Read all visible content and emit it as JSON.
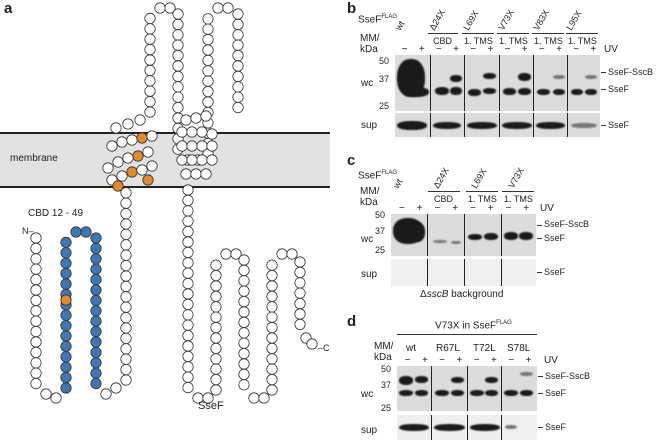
{
  "panel_a": {
    "letter": "a",
    "membrane_label": "membrane",
    "cbd_label": "CBD 12 - 49",
    "n_terminus": "N",
    "c_terminus": "C",
    "protein_name": "SseF",
    "colors": {
      "cbd_fill": "#3f77b6",
      "mutation_fill": "#e08a2b",
      "residue_fill": "#ffffff",
      "membrane_fill": "#e2e2e2"
    }
  },
  "panel_b": {
    "letter": "b",
    "construct": "SseF",
    "construct_sup": "FLAG",
    "mm_label": "MM/ kDa",
    "uv_label": "UV",
    "samples": [
      "wt",
      "Δ24X",
      "L69X",
      "V73X",
      "V83X",
      "L95X"
    ],
    "brackets": [
      "CBD",
      "1. TMS",
      "1. TMS",
      "1. TMS",
      "1. TMS"
    ],
    "uv_signs": [
      "−",
      "+",
      "−",
      "+",
      "−",
      "+",
      "−",
      "+",
      "−",
      "+",
      "−",
      "+"
    ],
    "markers": [
      "50",
      "37",
      "25"
    ],
    "row_labels": [
      "wc",
      "sup"
    ],
    "band_labels": [
      "SseF-SscB",
      "SseF",
      "SseF"
    ]
  },
  "panel_c": {
    "letter": "c",
    "construct": "SseF",
    "construct_sup": "FLAG",
    "mm_label": "MM/ kDa",
    "uv_label": "UV",
    "samples": [
      "wt",
      "Δ24X",
      "L69X",
      "V73X"
    ],
    "brackets": [
      "CBD",
      "1. TMS",
      "1. TMS"
    ],
    "uv_signs": [
      "−",
      "+",
      "−",
      "+",
      "−",
      "+",
      "−",
      "+"
    ],
    "markers": [
      "50",
      "37",
      "25"
    ],
    "row_labels": [
      "wc",
      "sup"
    ],
    "band_labels": [
      "SseF-SscB",
      "SseF",
      "SseF"
    ],
    "background_prefix": "Δ",
    "background_gene": "sscB",
    "background_suffix": "background"
  },
  "panel_d": {
    "letter": "d",
    "title_prefix": "V73X in SseF",
    "title_sup": "FLAG",
    "mm_label": "MM/ kDa",
    "uv_label": "UV",
    "samples": [
      "wt",
      "R67L",
      "T72L",
      "S78L"
    ],
    "uv_signs": [
      "−",
      "+",
      "−",
      "+",
      "−",
      "+",
      "−",
      "+"
    ],
    "markers": [
      "50",
      "37",
      "25"
    ],
    "row_labels": [
      "wc",
      "sup"
    ],
    "band_labels": [
      "SseF-SscB",
      "SseF",
      "SseF"
    ]
  }
}
